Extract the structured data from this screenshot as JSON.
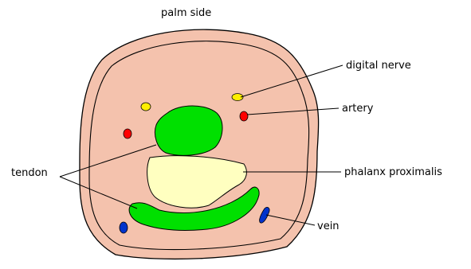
{
  "title": "palm side",
  "labels": {
    "digital_nerve": "digital nerve",
    "artery": "artery",
    "tendon": "tendon",
    "phalanx": "phalanx proximalis",
    "vein": "vein"
  },
  "colors": {
    "skin": "#f4c2ad",
    "outline": "#000000",
    "tendon": "#00e000",
    "bone": "#ffffc0",
    "nerve": "#ffee00",
    "artery": "#ff0000",
    "vein": "#0033cc"
  }
}
